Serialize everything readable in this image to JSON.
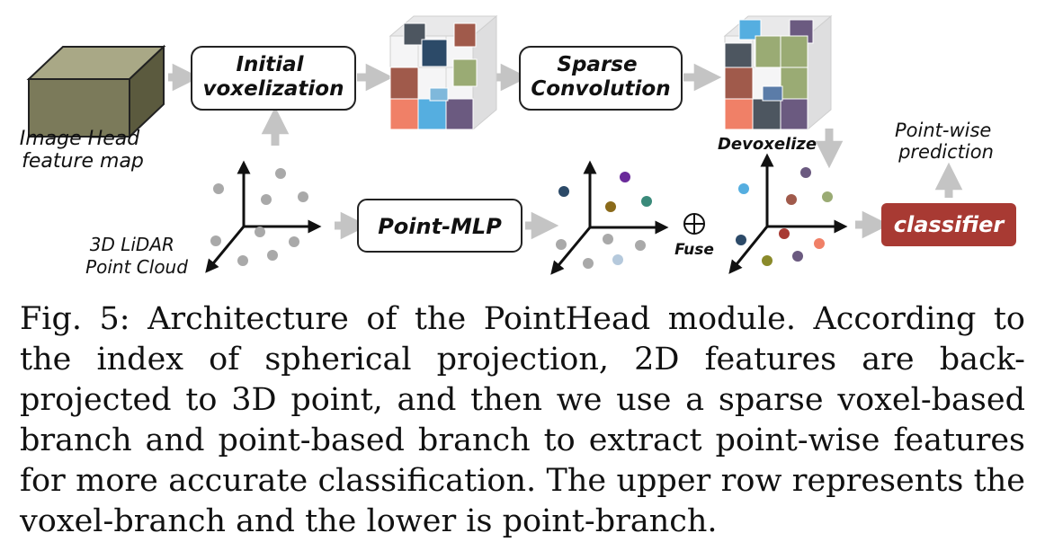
{
  "diagram": {
    "image_head_label": [
      "Image Head",
      "feature map"
    ],
    "lidar_label": [
      "3D LiDAR",
      "Point Cloud"
    ],
    "initial_voxelization": [
      "Initial",
      "voxelization"
    ],
    "sparse_convolution": [
      "Sparse",
      "Convolution"
    ],
    "point_mlp": "Point-MLP",
    "devoxelize": "Devoxelize",
    "fuse": "Fuse",
    "classifier": "classifier",
    "pointwise_prediction": [
      "Point-wise",
      "prediction"
    ],
    "colors": {
      "arrow": "#c4c4c4",
      "classifier_fill": "#a83a33",
      "feature_box_front": "#7b7a5a",
      "point_gray": "#a9a9a9"
    }
  },
  "caption": "Fig. 5: Architecture of the PointHead module. According to the index of spherical projection, 2D features are back-projected to 3D point, and then we use a sparse voxel-based branch and point-based branch to extract point-wise features for more accurate classification. The upper row represents the voxel-branch and the lower is point-branch."
}
